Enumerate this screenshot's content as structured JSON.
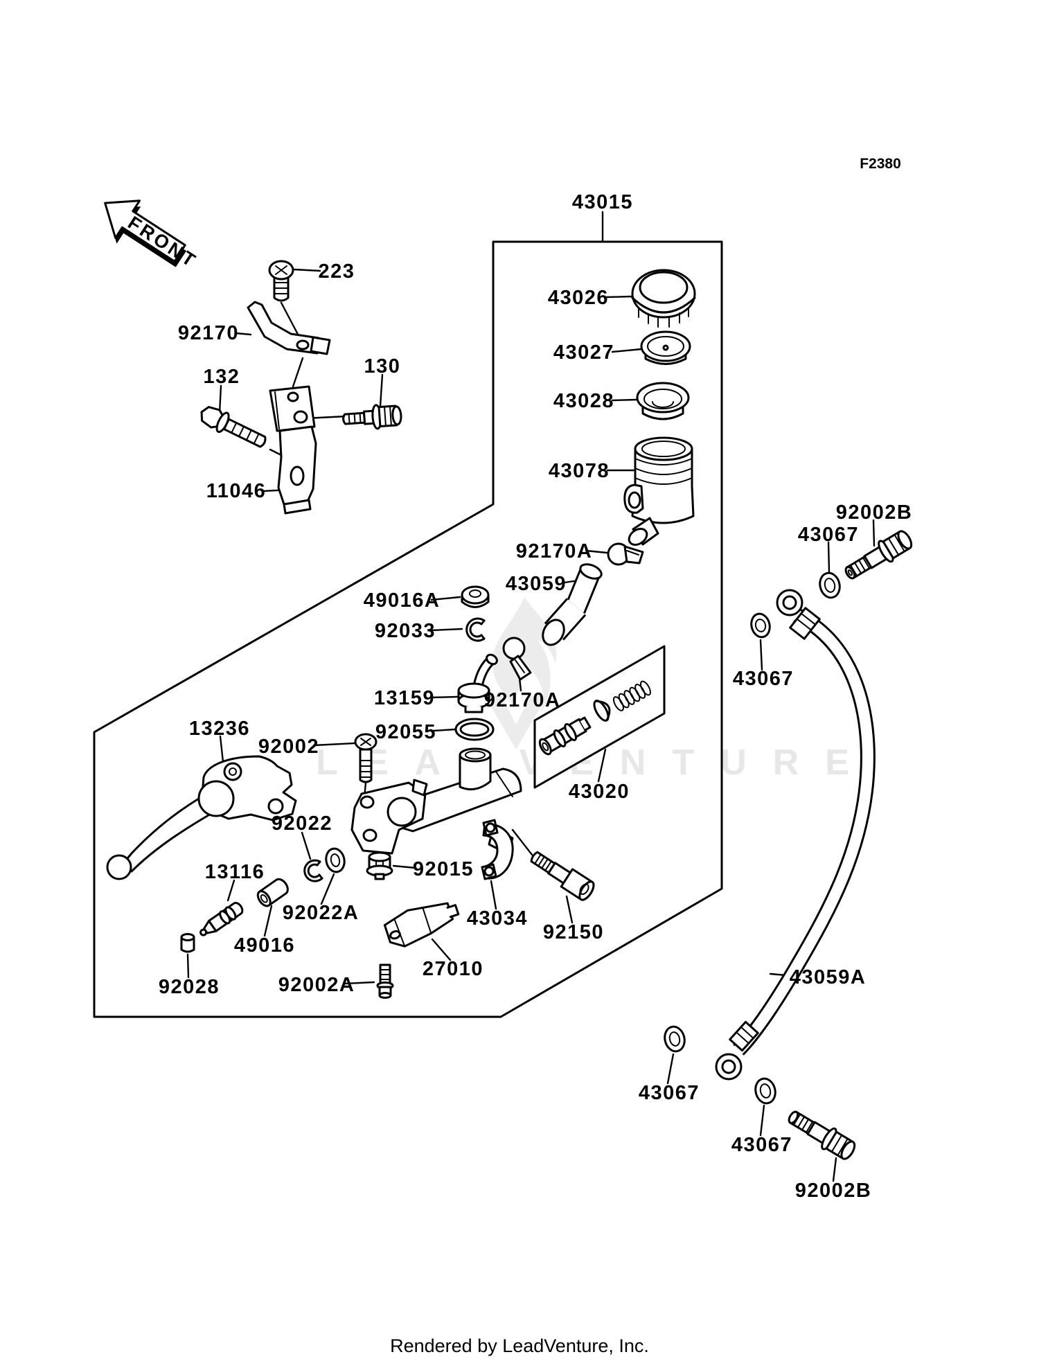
{
  "meta": {
    "figure_code": "F2380",
    "front_marker": "FRONT",
    "footer": "Rendered by LeadVenture, Inc.",
    "watermark": "LEADVENTURE"
  },
  "assembly": {
    "master_cylinder_assembly": "43015"
  },
  "labels": {
    "p223": "223",
    "p92170": "92170",
    "p132": "132",
    "p130": "130",
    "p11046": "11046",
    "p43015": "43015",
    "p43026": "43026",
    "p43027": "43027",
    "p43028": "43028",
    "p43078": "43078",
    "p92170a": "92170A",
    "p43059": "43059",
    "p49016a": "49016A",
    "p92033": "92033",
    "p13159": "13159",
    "p92055": "92055",
    "p92002": "92002",
    "p13236": "13236",
    "p43020": "43020",
    "p92022": "92022",
    "p92015": "92015",
    "p13116": "13116",
    "p92022a": "92022A",
    "p49016": "49016",
    "p43034": "43034",
    "p92150": "92150",
    "p27010": "27010",
    "p92028": "92028",
    "p92002a": "92002A",
    "p92002b": "92002B",
    "p43067": "43067",
    "p43059a": "43059A"
  }
}
